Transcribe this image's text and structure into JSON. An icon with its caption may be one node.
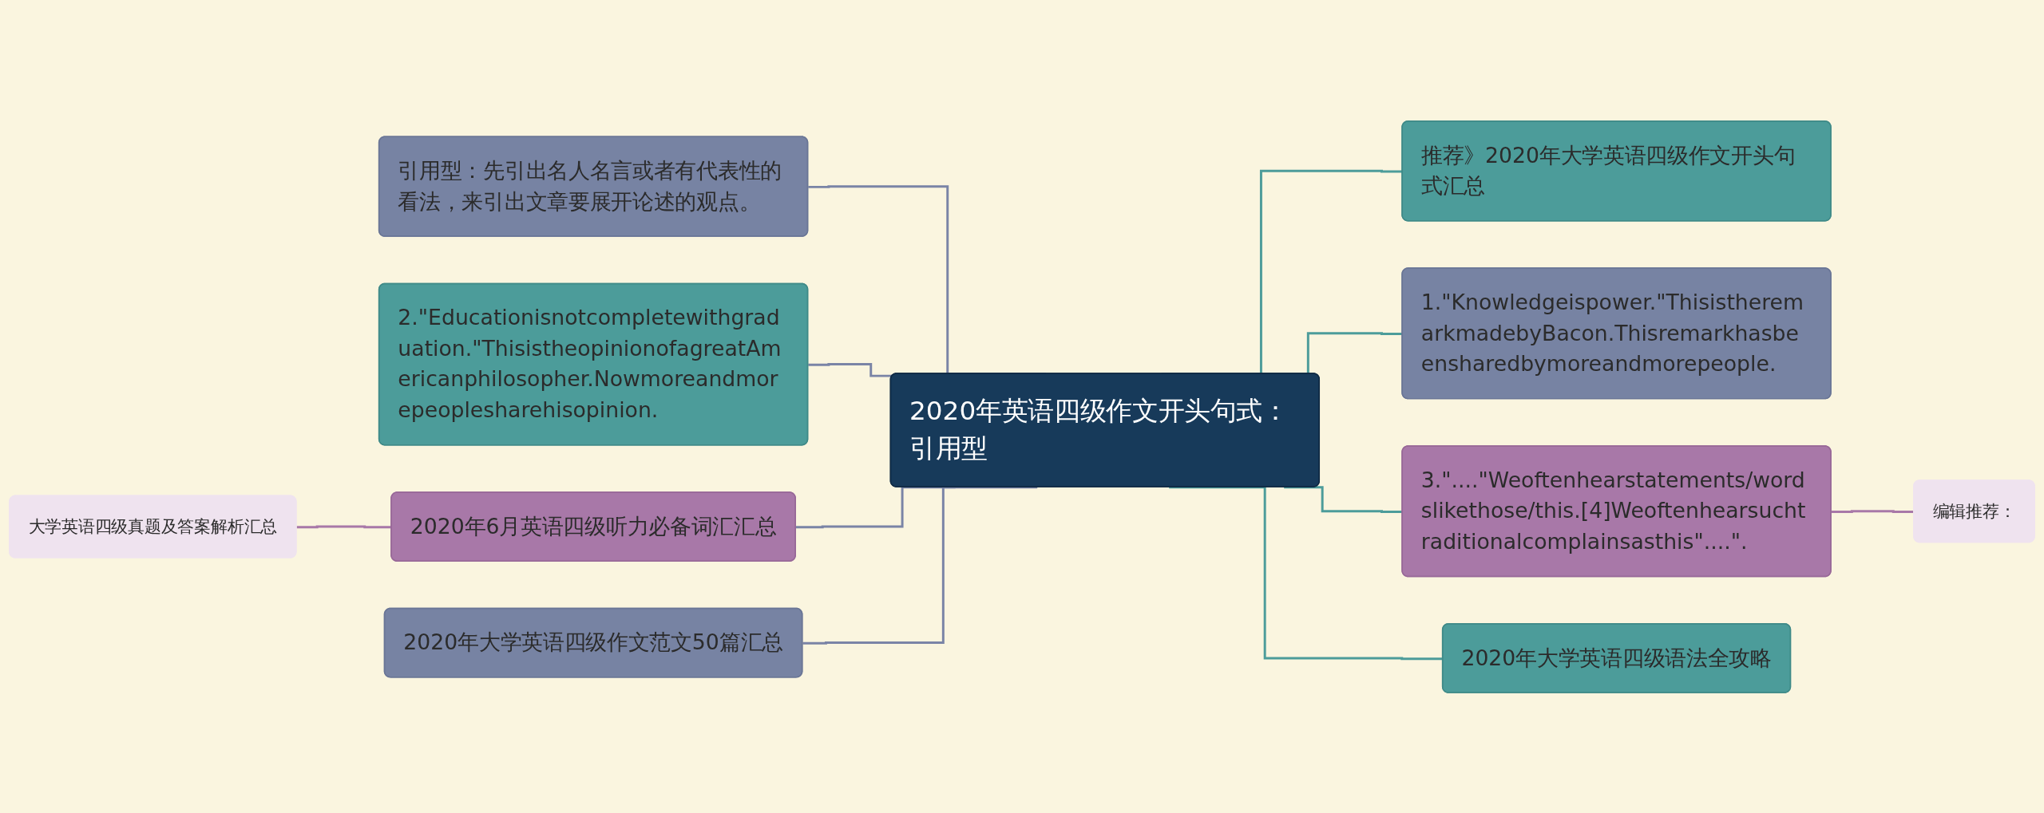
{
  "diagram": {
    "nodes": [
      {
        "text": [
          "2020年英语四级作文开头句式：引用型"
        ]
      },
      {
        "text": [
          "引用型：先引出名人名言或者有代表性的看法，来引出文章要展开论述的观点。"
        ]
      },
      {
        "text": [
          "2.\"Educationisnotcompletewithgraduation.\"ThisistheopinionofagreatAmericanphilosopher.Nowmoreandmorepeoplesharehisopinion."
        ]
      },
      {
        "text": [
          "2020年6月英语四级听力必备词汇汇总"
        ]
      },
      {
        "text": [
          "大学英语四级真题及答案解析汇总"
        ]
      },
      {
        "text": [
          "2020年大学英语四级作文范文50篇汇总"
        ]
      },
      {
        "text": [
          "推荐》2020年大学英语四级作文开头句式汇总"
        ]
      },
      {
        "text": [
          "1.\"Knowledgeispower.\"ThisistheremarkmadebyBacon.Thisremarkhasbeensharedbymoreandmorepeople."
        ]
      },
      {
        "text": [
          "3.\"....\"Weoftenhearstatements/wordslikethose/this.[4]Weoftenhearsuchtraditionalcomplainsasthis\"....\"."
        ]
      },
      {
        "text": [
          "编辑推荐："
        ]
      },
      {
        "text": [
          "2020年大学英语四级语法全攻略"
        ]
      }
    ],
    "edges": [
      {
        "from": 1,
        "to": 0,
        "arrow": "none",
        "color": "#7a84a6"
      },
      {
        "from": 2,
        "to": 0,
        "arrow": "none",
        "color": "#7a84a6"
      },
      {
        "from": 3,
        "to": 0,
        "arrow": "none",
        "color": "#7a84a6"
      },
      {
        "from": 4,
        "to": 3,
        "arrow": "none",
        "color": "#a878a8"
      },
      {
        "from": 5,
        "to": 0,
        "arrow": "none",
        "color": "#7a84a6"
      },
      {
        "from": 0,
        "to": 6,
        "arrow": "none",
        "color": "#4c9c9a"
      },
      {
        "from": 0,
        "to": 7,
        "arrow": "none",
        "color": "#4c9c9a"
      },
      {
        "from": 0,
        "to": 8,
        "arrow": "none",
        "color": "#4c9c9a"
      },
      {
        "from": 8,
        "to": 9,
        "arrow": "none",
        "color": "#a878a8"
      },
      {
        "from": 0,
        "to": 10,
        "arrow": "none",
        "color": "#4c9c9a"
      }
    ]
  }
}
